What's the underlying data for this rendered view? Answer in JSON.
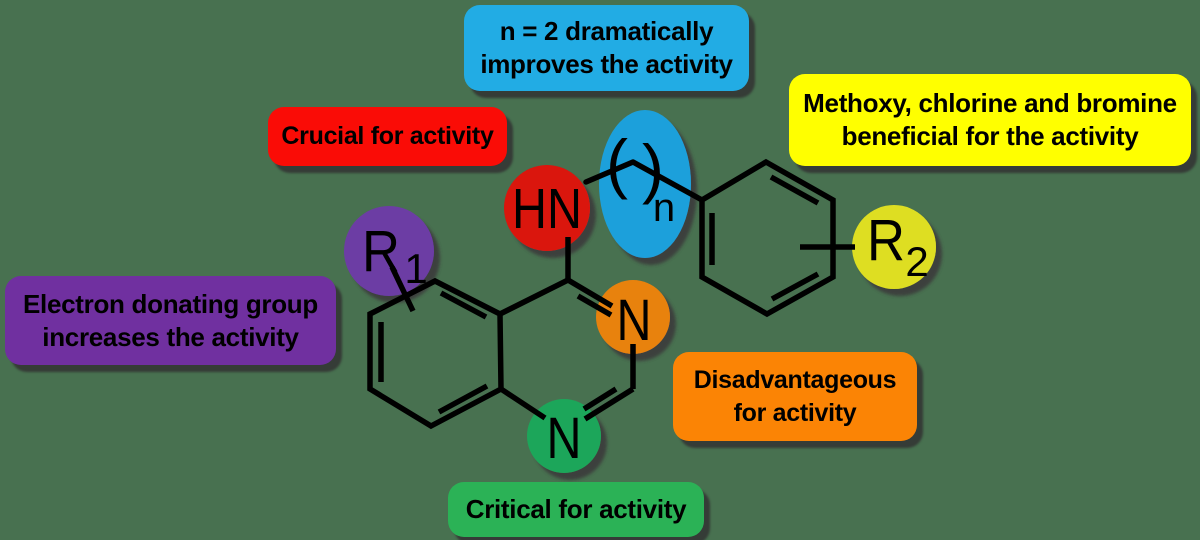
{
  "background_color": "#487150",
  "bond_color": "#000000",
  "callouts": {
    "n2": {
      "lines": [
        "n = 2 dramatically",
        "improves the activity"
      ],
      "color": "#22ACE4"
    },
    "crucial": {
      "lines": [
        "Crucial for activity"
      ],
      "color": "#FA0C06"
    },
    "methoxy": {
      "lines": [
        "Methoxy, chlorine and bromine",
        "beneficial for the activity"
      ],
      "color": "#FFFF00"
    },
    "electron": {
      "lines": [
        "Electron donating group",
        "increases the activity"
      ],
      "color": "#7030A0"
    },
    "disadvantageous": {
      "lines": [
        "Disadvantageous",
        "for activity"
      ],
      "color": "#FB8405"
    },
    "critical": {
      "lines": [
        "Critical for activity"
      ],
      "color": "#2BB256"
    }
  },
  "molecule": {
    "scaffold": "4-anilino/aralkylamino-quinazoline",
    "hn_label": "HN",
    "n3_label": "N",
    "n1_label": "N",
    "r1": {
      "symbol": "R",
      "sub": "1"
    },
    "r2": {
      "symbol": "R",
      "sub": "2"
    },
    "chain": {
      "open_paren": "(",
      "close_paren": ")",
      "n_label": "n"
    },
    "highlight_colors": {
      "r1": "#6C3CA4",
      "hn": "#DA130F",
      "chain": "#1FA0DB",
      "r2": "#DEDE21",
      "n3": "#E8820E",
      "n1": "#1EA65A"
    }
  }
}
